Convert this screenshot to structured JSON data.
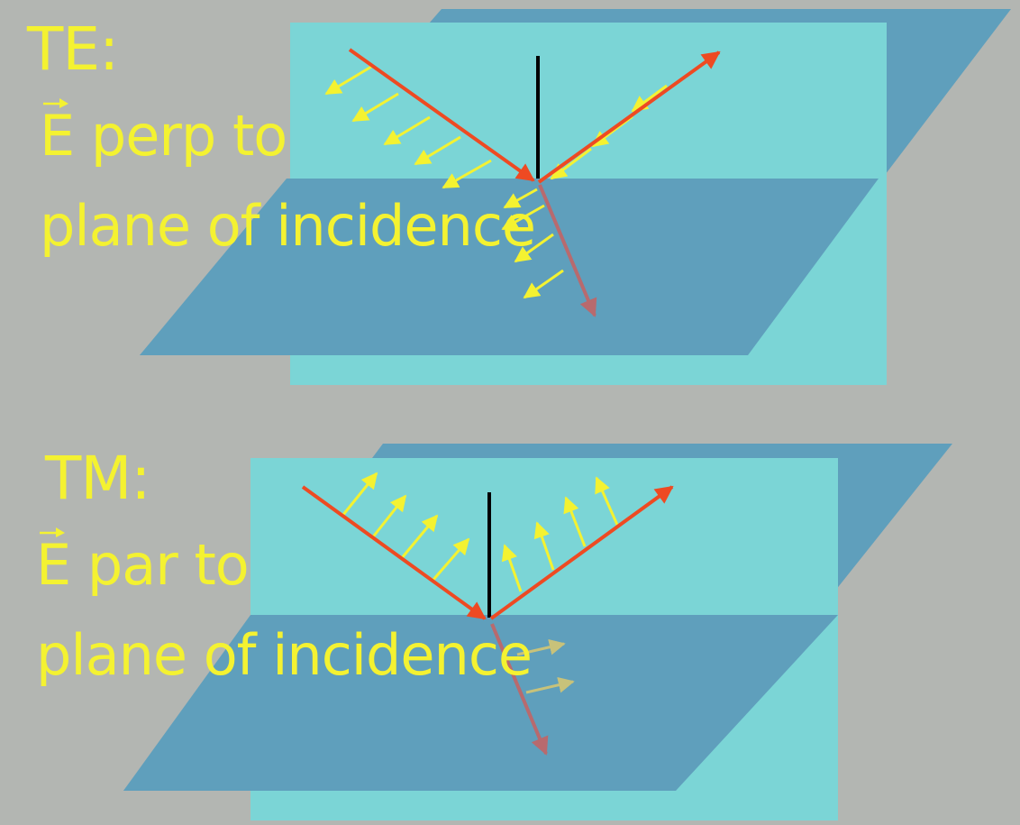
{
  "te_panel": {
    "heading": "TE:",
    "line1_symbol": "E",
    "line1_rest": "perp to",
    "line2": "plane of incidence"
  },
  "tm_panel": {
    "heading": "TM:",
    "line1_symbol": "E",
    "line1_rest": "par to",
    "line2": "plane of incidence"
  },
  "colors": {
    "background": "#b3b6b2",
    "plane_vertical": "#7bd5d6",
    "plane_horizontal": "#5f9fbc",
    "ray": "#ee4a22",
    "transmitted_ray": "#b86a6e",
    "field_vector": "#f4f231",
    "normal": "#000000"
  }
}
